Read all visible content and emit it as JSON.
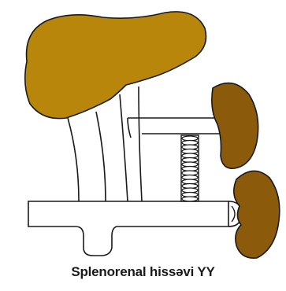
{
  "caption": "Splenorenal hissəvi YY",
  "colors": {
    "liver": "#B8860B",
    "liver_stroke": "#1a1a1a",
    "spleen": "#8B5A0B",
    "kidney": "#8B5A0B",
    "vessel_fill": "#ffffff",
    "vessel_stroke": "#1a1a1a",
    "shunt_stroke": "#1a1a1a"
  },
  "structures": {
    "liver": "liver",
    "spleen": "spleen",
    "kidney": "kidney",
    "portal_vein": "portal-vein",
    "splenic_vein": "splenic-vein",
    "renal_vein": "renal-vein",
    "inferior_vena_cava": "inferior-vena-cava",
    "shunt": "splenorenal-shunt"
  }
}
